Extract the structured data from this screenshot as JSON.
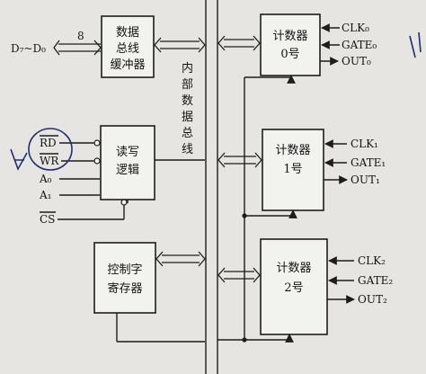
{
  "diagram": {
    "buffer_label": [
      "数据",
      "总线",
      "缓冲器"
    ],
    "data_pins": "D₇~D₀",
    "bus_width": "8",
    "rw_logic_label": [
      "读写",
      "逻辑"
    ],
    "control_reg_label": [
      "控制字",
      "寄存器"
    ],
    "internal_bus_label": [
      "内",
      "部",
      "数",
      "据",
      "总",
      "线"
    ],
    "counters": [
      {
        "label_line1": "计数器",
        "label_line2": "0号",
        "clk": "CLK₀",
        "gate": "GATE₀",
        "out": "OUT₀"
      },
      {
        "label_line1": "计数器",
        "label_line2": "1号",
        "clk": "CLK₁",
        "gate": "GATE₁",
        "out": "OUT₁"
      },
      {
        "label_line1": "计数器",
        "label_line2": "2号",
        "clk": "CLK₂",
        "gate": "GATE₂",
        "out": "OUT₂"
      }
    ],
    "control_signals": [
      "RD",
      "WR",
      "A₀",
      "A₁",
      "CS"
    ]
  }
}
